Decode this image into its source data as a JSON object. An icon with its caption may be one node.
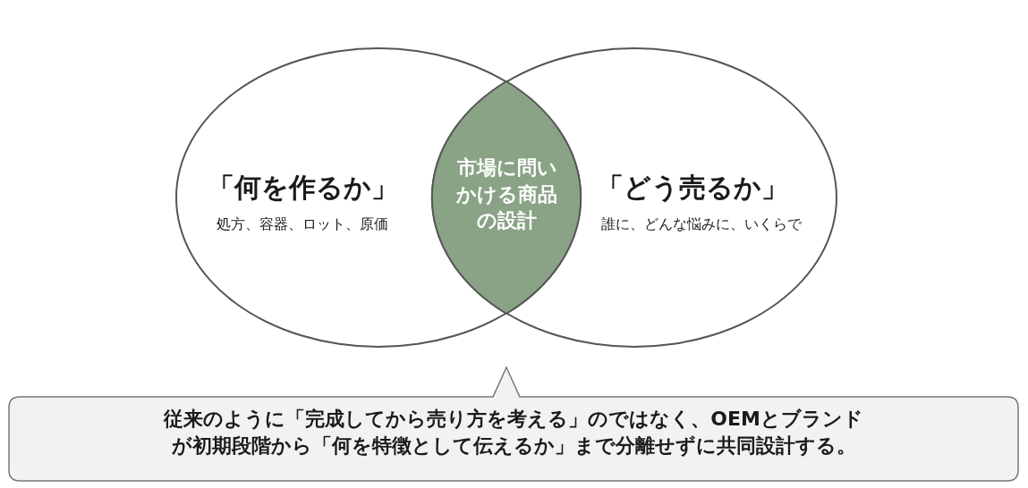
{
  "diagram": {
    "nodes": [
      {
        "text": [
          "「何を作るか」",
          "処方、容器、ロット、原価"
        ]
      },
      {
        "text": [
          "「どう売るか」",
          "誰に、どんな悩みに、いくらで"
        ]
      },
      {
        "text": [
          "市場に問いかける商品の設計"
        ]
      },
      {
        "text": [
          "従来のように「完成してから売り方を考える」のではなく、OEMとブランドが初期段階から「何を特徴として伝えるか」まで分離せずに共同設計する。"
        ]
      }
    ]
  }
}
